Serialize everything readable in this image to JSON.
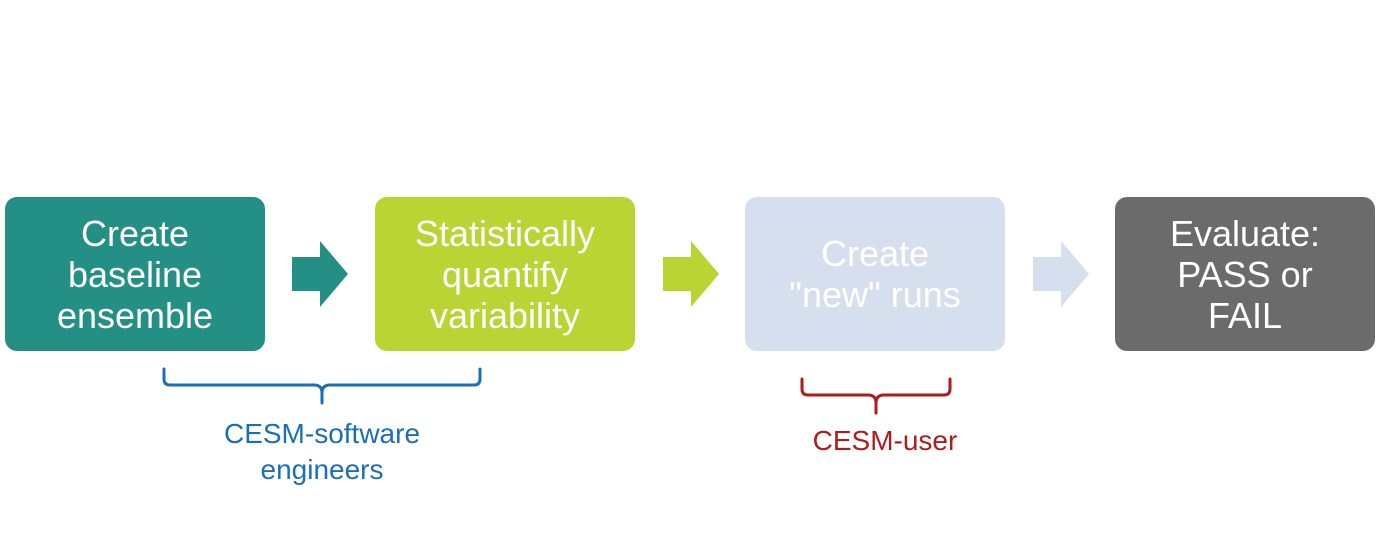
{
  "steps": [
    {
      "id": "create-baseline",
      "lines": [
        "Create",
        "baseline",
        "ensemble"
      ],
      "color": "#248f84"
    },
    {
      "id": "quantify-variability",
      "lines": [
        "Statistically",
        "quantify",
        "variability"
      ],
      "color": "#b9d433"
    },
    {
      "id": "create-new-runs",
      "lines": [
        "Create",
        "\"new\" runs"
      ],
      "color": "#d5dfee"
    },
    {
      "id": "evaluate",
      "lines": [
        "Evaluate:",
        "PASS or",
        "FAIL"
      ],
      "color": "#6b6b6b"
    }
  ],
  "arrows": [
    {
      "color": "#248f84"
    },
    {
      "color": "#b9d433"
    },
    {
      "color": "#d5dfee"
    }
  ],
  "groups": {
    "engineers": {
      "lines": [
        "CESM-software",
        "engineers"
      ],
      "color": "#1a6fb8"
    },
    "user": {
      "lines": [
        "CESM-user"
      ],
      "color": "#b01b1b"
    }
  }
}
